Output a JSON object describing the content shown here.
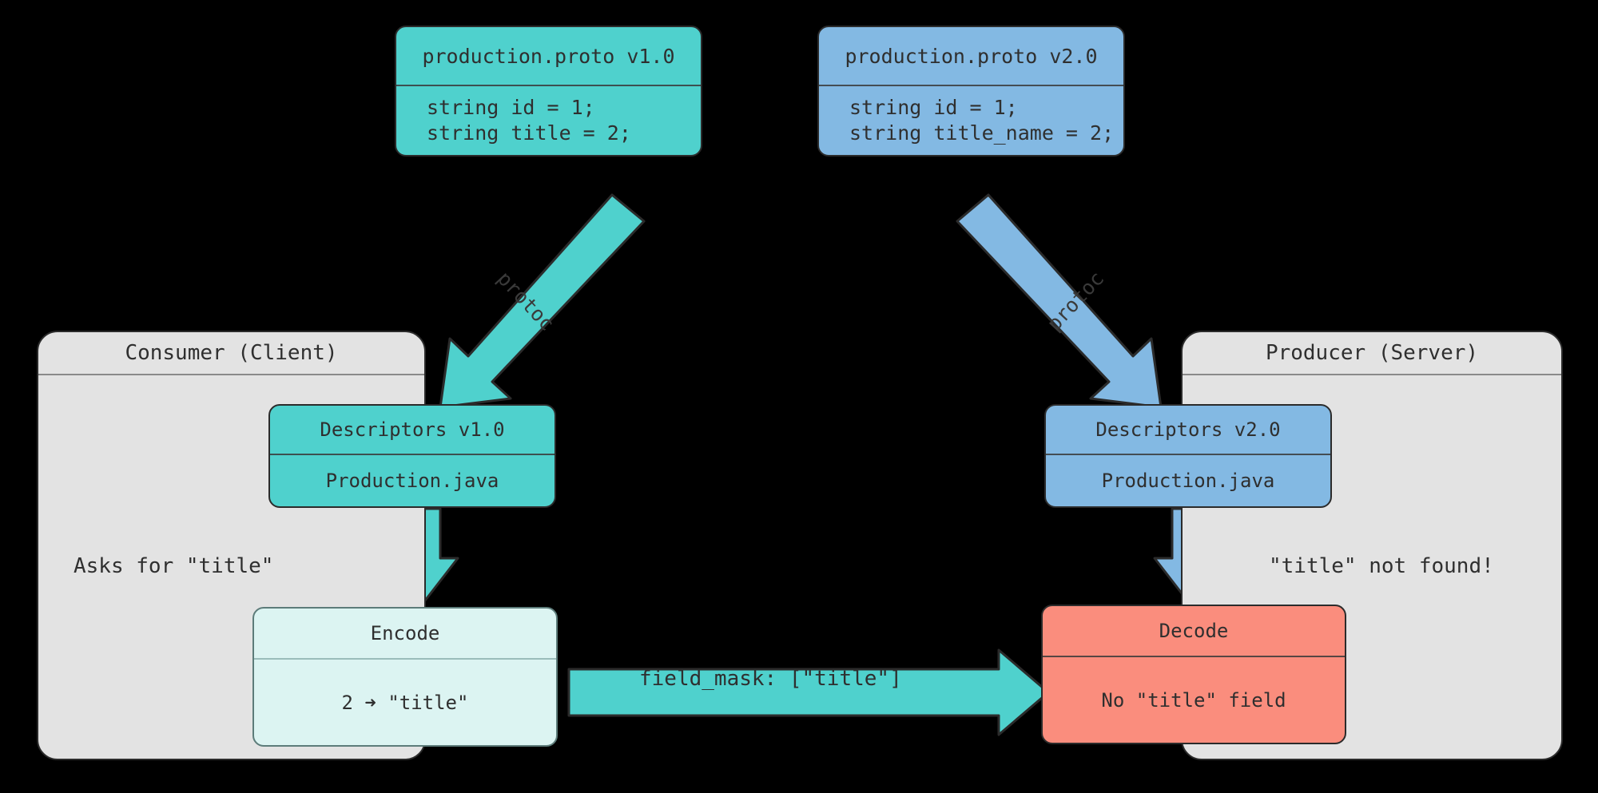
{
  "diagram": {
    "title": "Protobuf schema drift between consumer and producer",
    "background_color": "#000000",
    "colors": {
      "teal": "#4fd1cd",
      "blue": "#83b9e3",
      "panel_gray": "#e3e3e3",
      "encode_light": "#dcf4f2",
      "decode_red": "#fa8d7d",
      "stroke": "#2b2b2b",
      "text": "#2f2f2f"
    }
  },
  "proto_v1": {
    "title": "production.proto v1.0",
    "line1": "string id = 1;",
    "line2": "string title = 2;"
  },
  "proto_v2": {
    "title": "production.proto v2.0",
    "line1": "string id = 1;",
    "line2": "string title_name = 2;"
  },
  "arrows": {
    "protoc_left_label": "protoc",
    "protoc_right_label": "protoc",
    "field_mask_label": "field_mask: [\"title\"]"
  },
  "consumer": {
    "header": "Consumer (Client)",
    "note": "Asks for \"title\"",
    "descriptors": {
      "title": "Descriptors v1.0",
      "body": "Production.java"
    },
    "process": {
      "title": "Encode",
      "body": "2 ➜ \"title\""
    }
  },
  "producer": {
    "header": "Producer (Server)",
    "note": "\"title\" not found!",
    "descriptors": {
      "title": "Descriptors v2.0",
      "body": "Production.java"
    },
    "process": {
      "title": "Decode",
      "body": "No \"title\" field"
    }
  }
}
